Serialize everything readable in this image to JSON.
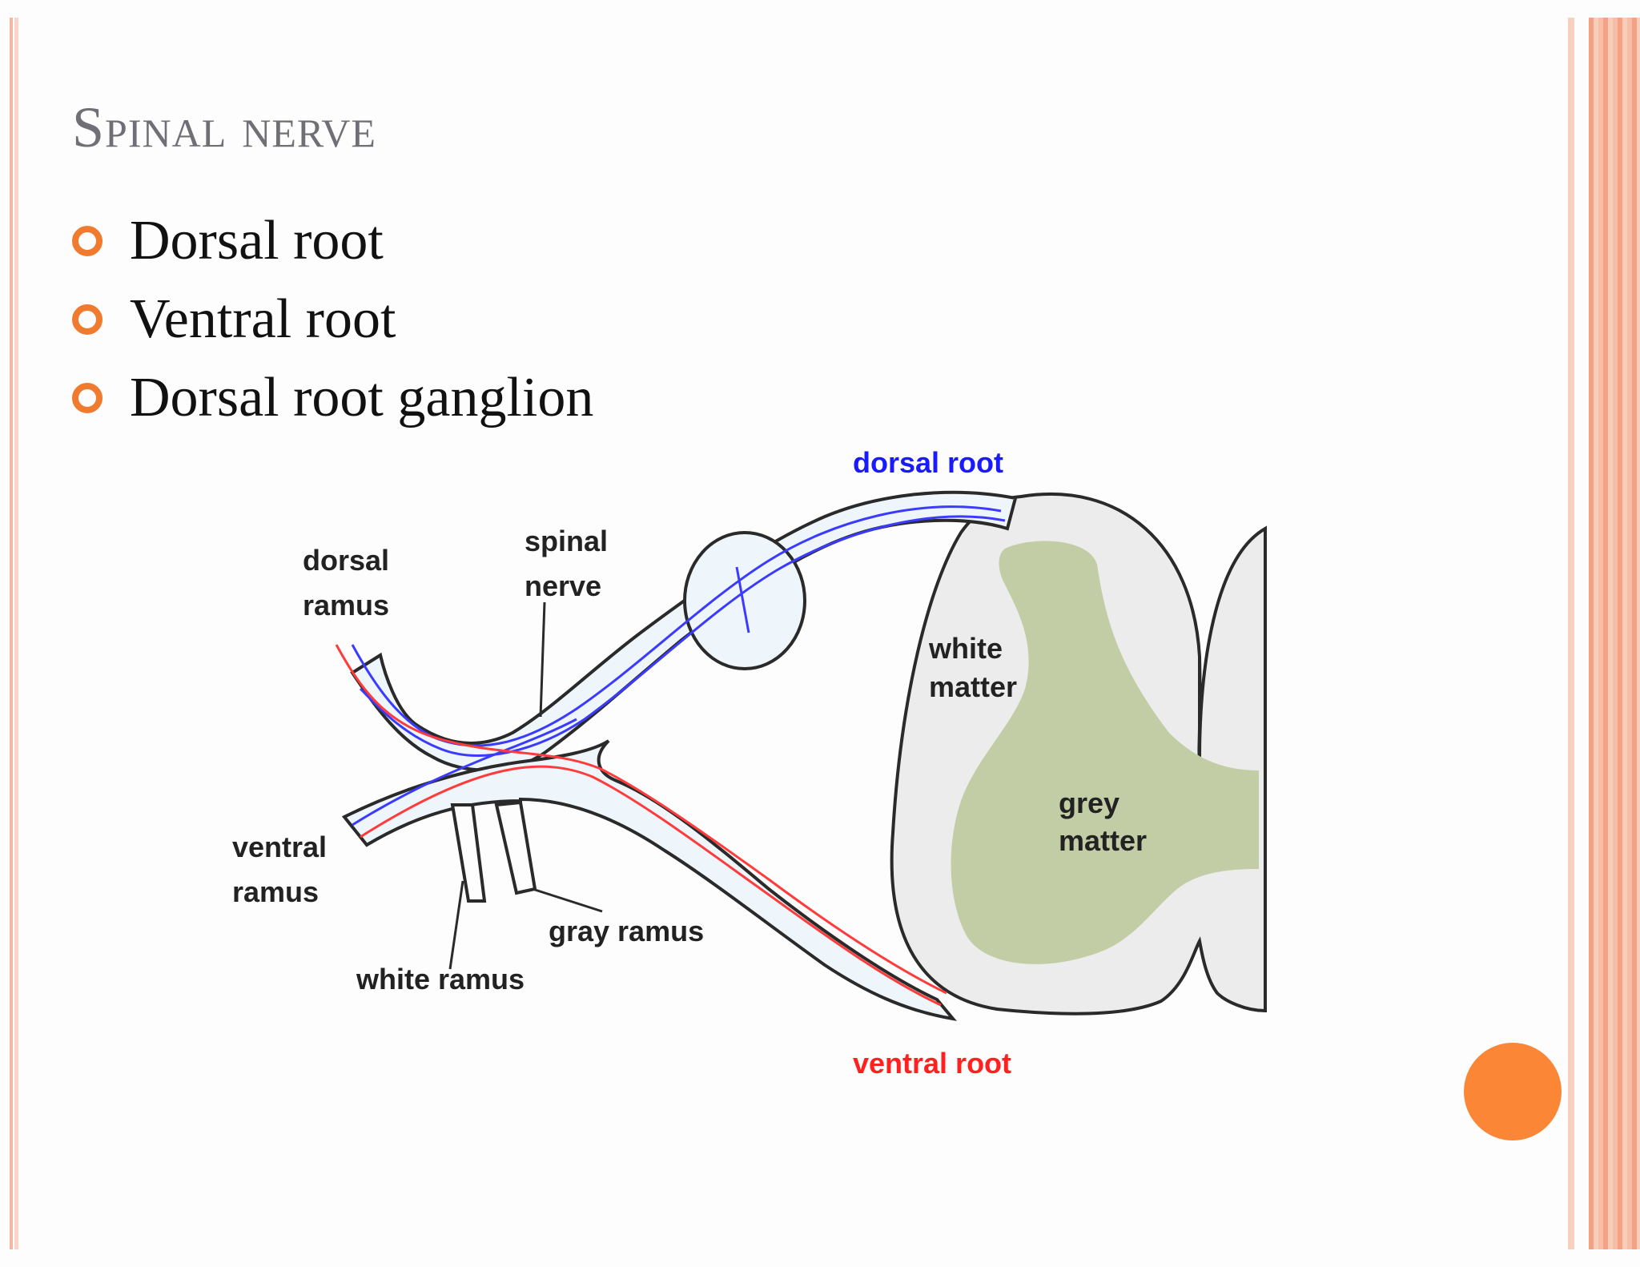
{
  "slide": {
    "title": "Spinal nerve",
    "bullets": [
      "Dorsal root",
      "Ventral root",
      "Dorsal root ganglion"
    ]
  },
  "diagram": {
    "labels": {
      "dorsal_root": "dorsal root",
      "ventral_root": "ventral root",
      "dorsal_ramus_1": "dorsal",
      "dorsal_ramus_2": "ramus",
      "spinal_nerve_1": "spinal",
      "spinal_nerve_2": "nerve",
      "white_matter_1": "white",
      "white_matter_2": "matter",
      "grey_matter_1": "grey",
      "grey_matter_2": "matter",
      "ventral_ramus_1": "ventral",
      "ventral_ramus_2": "ramus",
      "gray_ramus": "gray ramus",
      "white_ramus": "white ramus"
    },
    "colors": {
      "sensory_fiber": "#3b3bff",
      "motor_fiber": "#ff3b3b",
      "grey_matter": "#c2cda6",
      "white_matter": "#ececec",
      "nerve_fill": "#eef6fb",
      "dorsal_label": "#1a1aff",
      "ventral_label": "#ff2020"
    }
  },
  "decor": {
    "accent": "#f07a2e",
    "stripe": "#f3a283",
    "dot": "#fb8636"
  }
}
